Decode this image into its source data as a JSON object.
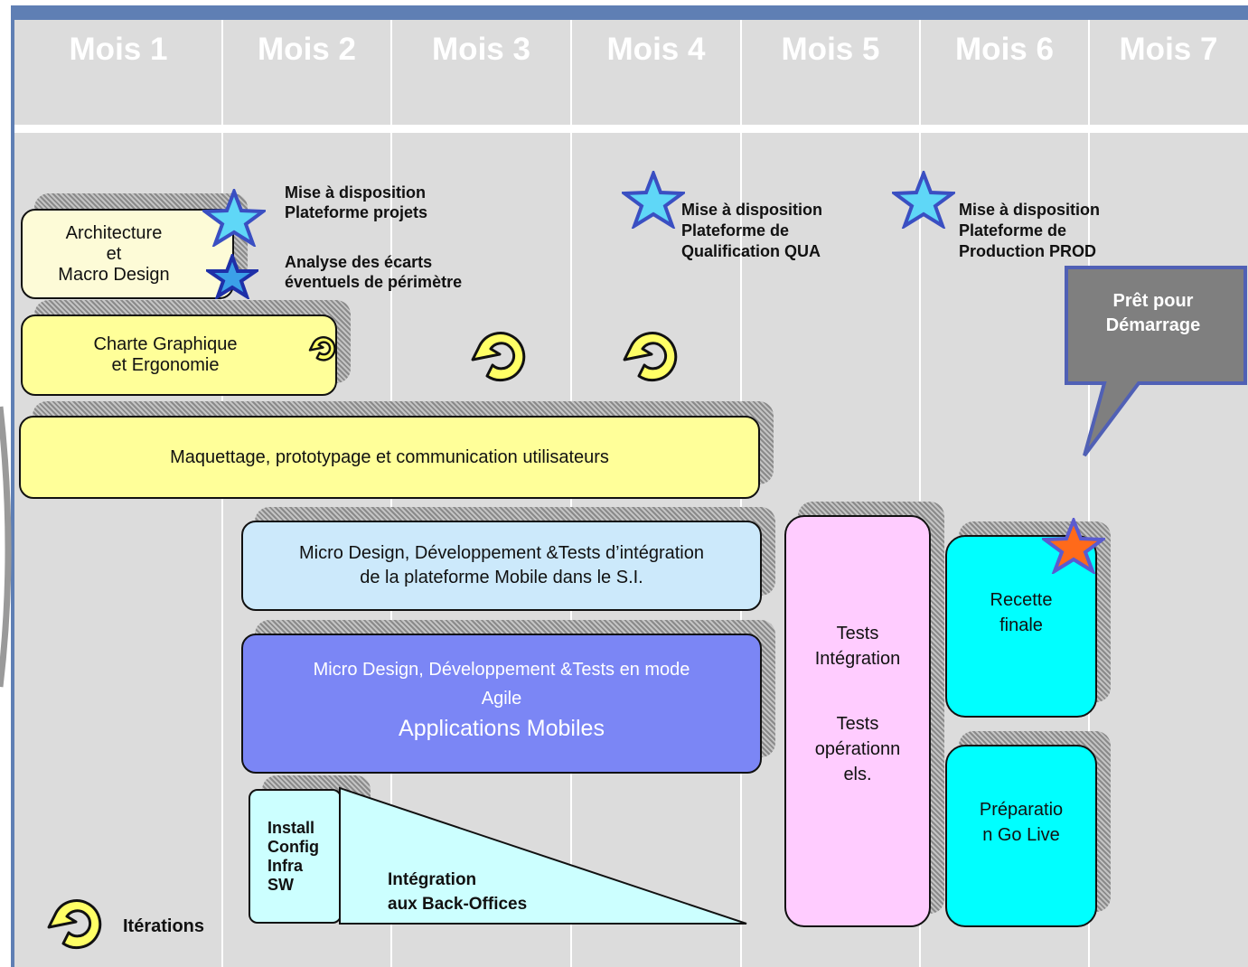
{
  "months": [
    "Mois 1",
    "Mois 2",
    "Mois 3",
    "Mois 4",
    "Mois 5",
    "Mois 6",
    "Mois 7"
  ],
  "milestones": {
    "platform_projects": "Mise à disposition\nPlateforme projets",
    "gap_analysis": "Analyse des écarts\néventuels de périmètre",
    "platform_qua": "Mise à disposition\nPlateforme de\nQualification QUA",
    "platform_prod": "Mise à disposition\nPlateforme de\nProduction PROD"
  },
  "callout": "Prêt pour\nDémarrage",
  "tasks": {
    "architecture": "Architecture\net\nMacro Design",
    "charte": "Charte Graphique\net Ergonomie",
    "maquettage": "Maquettage, prototypage et communication utilisateurs",
    "micro_design_si": "Micro Design, Développement &Tests d’intégration\nde la plateforme Mobile dans le S.I.",
    "micro_design_agile": "Micro Design, Développement &Tests en mode\nAgile",
    "applications_mobiles": "Applications Mobiles",
    "install": "Install\nConfig\nInfra\nSW",
    "integration_bo": "Intégration\naux Back-Offices",
    "tests_integration": "Tests\nIntégration",
    "tests_operationnels": "Tests\nopérationn\nels.",
    "recette": "Recette\nfinale",
    "go_live": "Préparatio\nn Go Live"
  },
  "legend": {
    "iterations": "Itérations"
  },
  "colors": {
    "background": "#dcdcdc",
    "top_bar": "#5f7fb4",
    "yellow_box": "#ffff99",
    "light_blue_box": "#cce9fb",
    "blue_box": "#7b86f5",
    "cyan_box": "#00ffff",
    "pale_cyan_box": "#ccffff",
    "pink_box": "#ffccff",
    "callout": "#7f7f7f",
    "star_blue": "#5fd7f7",
    "star_orange": "#ff6a1a"
  }
}
